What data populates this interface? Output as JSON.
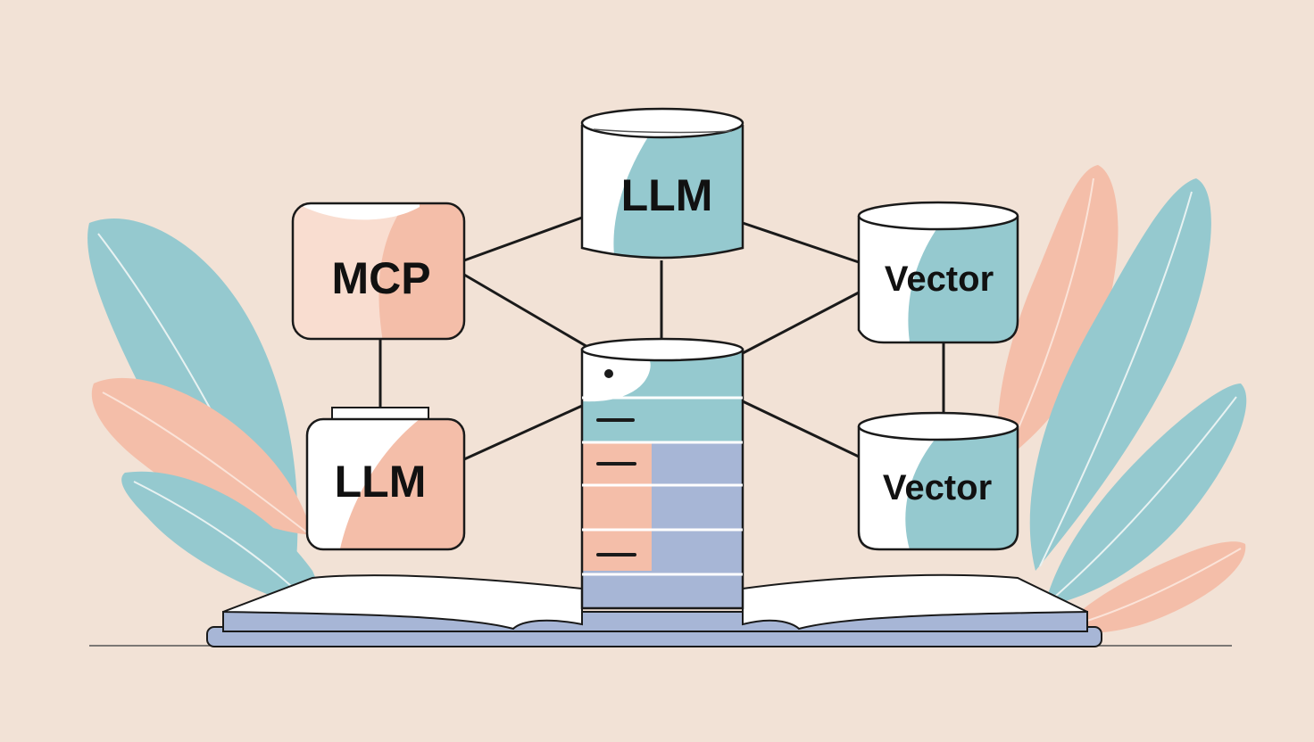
{
  "colors": {
    "background": "#f2e2d6",
    "teal": "#95c9cf",
    "peach": "#f4bea9",
    "peach_light": "#f9ddd0",
    "lavender": "#a7b6d6",
    "white": "#ffffff",
    "outline": "#1a1a1a"
  },
  "nodes": {
    "mcp": {
      "label": "MCP",
      "shape": "rounded-box"
    },
    "llm_top": {
      "label": "LLM",
      "shape": "cylinder"
    },
    "llm_left": {
      "label": "LLM",
      "shape": "rounded-box"
    },
    "vector_top": {
      "label": "Vector",
      "shape": "cylinder"
    },
    "vector_bottom": {
      "label": "Vector",
      "shape": "cylinder"
    },
    "server": {
      "label": "",
      "shape": "stacked-server"
    }
  },
  "edges": [
    [
      "mcp",
      "llm_top"
    ],
    [
      "mcp",
      "server"
    ],
    [
      "mcp",
      "llm_left"
    ],
    [
      "llm_left",
      "server"
    ],
    [
      "llm_top",
      "server"
    ],
    [
      "llm_top",
      "vector_top"
    ],
    [
      "vector_top",
      "server"
    ],
    [
      "vector_top",
      "vector_bottom"
    ],
    [
      "vector_bottom",
      "server"
    ]
  ],
  "decor": {
    "leaves": [
      "leaf-icon",
      "leaf-icon",
      "leaf-icon",
      "leaf-icon",
      "leaf-icon",
      "leaf-icon"
    ],
    "book": "open-book-icon"
  }
}
